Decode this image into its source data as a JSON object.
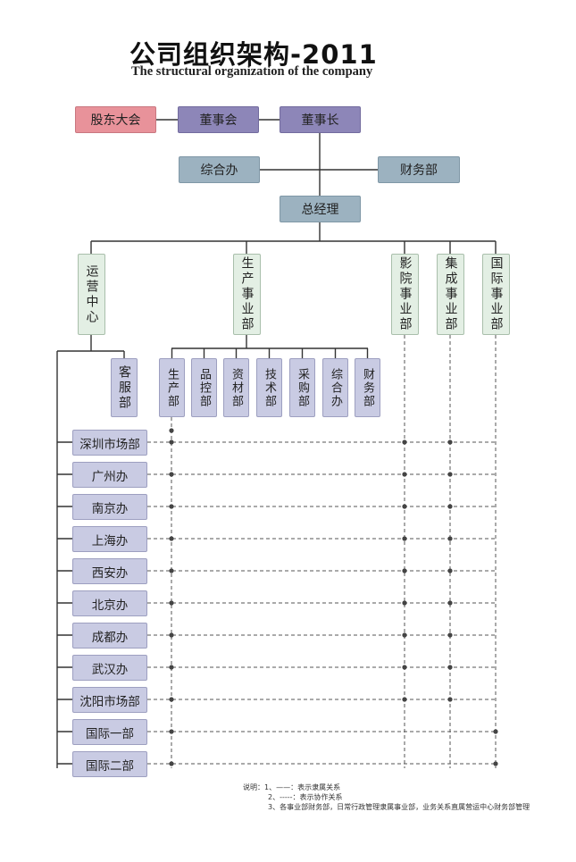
{
  "title": "公司组织架构-2011",
  "subtitle": "The structural organization of the company",
  "top": {
    "shareholders": "股东大会",
    "board": "董事会",
    "chairman": "董事长",
    "general_office": "综合办",
    "finance": "财务部",
    "gm": "总经理"
  },
  "divisions": {
    "operations": "运营中心",
    "production": "生产事业部",
    "film": "影院事业部",
    "integration": "集成事业部",
    "international": "国际事业部"
  },
  "customer_service": "客服部",
  "production_subdepts": [
    "生产部",
    "品控部",
    "资材部",
    "技术部",
    "采购部",
    "综合办",
    "财务部"
  ],
  "offices": [
    "深圳市场部",
    "广州办",
    "南京办",
    "上海办",
    "西安办",
    "北京办",
    "成都办",
    "武汉办",
    "沈阳市场部",
    "国际一部",
    "国际二部"
  ],
  "notes": {
    "line1": "说明：1、——：表示隶属关系",
    "line2": "2、-----：表示协作关系",
    "line3": "3、各事业部财务部，日常行政管理隶属事业部，业务关系直属营运中心财务部管理"
  },
  "colors": {
    "pink": "#e8929a",
    "purple": "#8d86b8",
    "steel": "#9cb2c0",
    "mint": "#e3efe4",
    "lavender": "#c9cbe3",
    "line": "#333333"
  }
}
